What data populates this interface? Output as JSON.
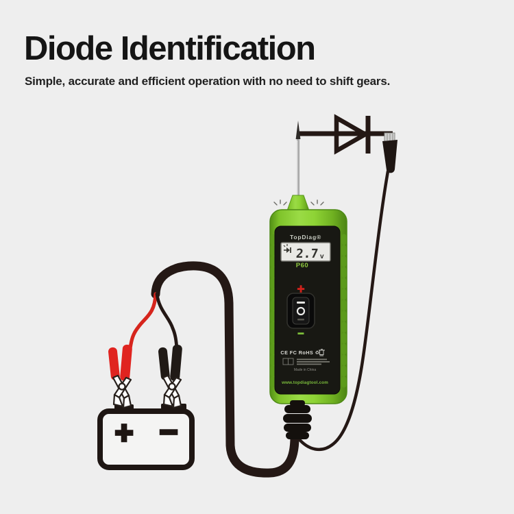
{
  "page": {
    "background_color": "#EEEEEE"
  },
  "header": {
    "title": "Diode Identification",
    "subtitle": "Simple, accurate and efficient operation with no need to shift gears."
  },
  "tester": {
    "brand": "TopDiag®",
    "model": "P60",
    "lcd": {
      "value": "2.7",
      "unit": "v",
      "mode_icon": "diode-test-mode-icon"
    },
    "plus_marker": "+",
    "minus_marker": "−",
    "certifications": "CE FC RoHS ♻",
    "made_in": "Made in China",
    "website": "www.topdiagtool.com",
    "colors": {
      "body_green": "#7FC92E",
      "accent_green": "#8DC63F",
      "plus_red": "#CF221C",
      "lcd_bg": "#E9E9E5"
    }
  },
  "battery": {
    "positive_label": "+",
    "negative_label": "−"
  },
  "wiring": {
    "cable_color": "#241815",
    "positive_lead_color": "#D6251D",
    "negative_lead_color": "#241815"
  },
  "icons": [
    "diode-symbol",
    "probe-needle",
    "red-alligator-clip",
    "black-alligator-clip",
    "battery",
    "power-switch",
    "recycle-symbol",
    "weee-bin-icon",
    "sparkle-icon"
  ]
}
